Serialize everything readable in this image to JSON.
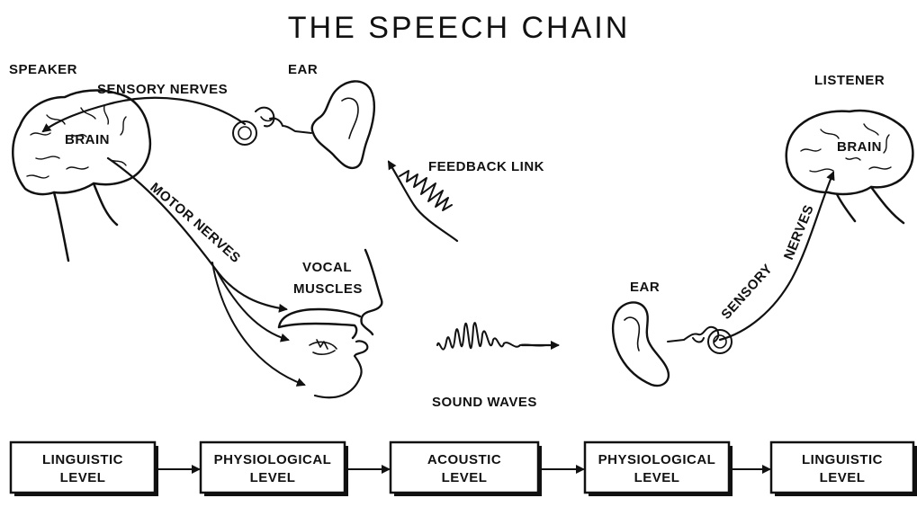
{
  "title": "THE SPEECH CHAIN",
  "speaker": {
    "label": "SPEAKER",
    "brain": "BRAIN",
    "sensory_nerves": "SENSORY NERVES",
    "ear": "EAR",
    "motor": "MOTOR",
    "nerves": "NERVES",
    "vocal": "VOCAL",
    "muscles": "MUSCLES"
  },
  "feedback_link": "FEEDBACK LINK",
  "sound_waves": "SOUND WAVES",
  "listener": {
    "label": "LISTENER",
    "brain": "BRAIN",
    "ear": "EAR",
    "sensory": "SENSORY",
    "nerves": "NERVES"
  },
  "levels": [
    {
      "line1": "LINGUISTIC",
      "line2": "LEVEL"
    },
    {
      "line1": "PHYSIOLOGICAL",
      "line2": "LEVEL"
    },
    {
      "line1": "ACOUSTIC",
      "line2": "LEVEL"
    },
    {
      "line1": "PHYSIOLOGICAL",
      "line2": "LEVEL"
    },
    {
      "line1": "LINGUISTIC",
      "line2": "LEVEL"
    }
  ]
}
